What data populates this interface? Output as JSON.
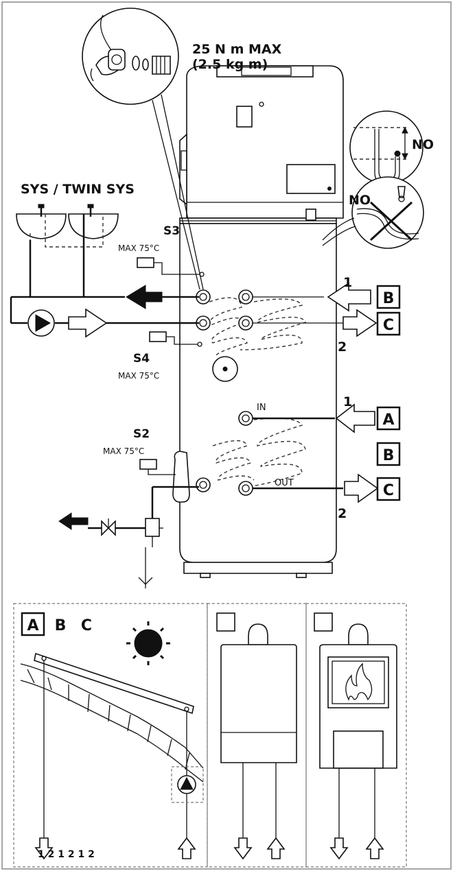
{
  "labels": {
    "torque_line1": "25 N m MAX",
    "torque_line2": "(2.5 kg m)",
    "sys_title": "SYS / TWIN SYS",
    "no_top": "NO",
    "no_mid": "NO",
    "s3": "S3",
    "s3_max": "MAX 75°C",
    "s4": "S4",
    "s4_max": "MAX 75°C",
    "s2": "S2",
    "s2_max": "MAX 75°C",
    "in": "IN",
    "out": "OUT",
    "num_1_upper": "1",
    "num_2_upper": "2",
    "num_1_lower": "1",
    "num_2_lower": "2",
    "box_b_upper": "B",
    "box_c_upper": "C",
    "box_a_lower": "A",
    "box_b_lower": "B",
    "box_c_lower": "C",
    "panel_a": "A",
    "panel_b": "B",
    "panel_c": "C",
    "bottom_numbers": "1 2 1 2 1 2"
  },
  "colors": {
    "line": "#111111",
    "background": "#ffffff",
    "dashed_panel": "#777777"
  },
  "icons": {
    "sun": "sun-icon",
    "pump": "pump-icon",
    "flame": "flame-icon",
    "valve": "valve-icon",
    "arrow_filled": "filled-arrow-icon",
    "arrow_outline": "outline-arrow-icon"
  }
}
